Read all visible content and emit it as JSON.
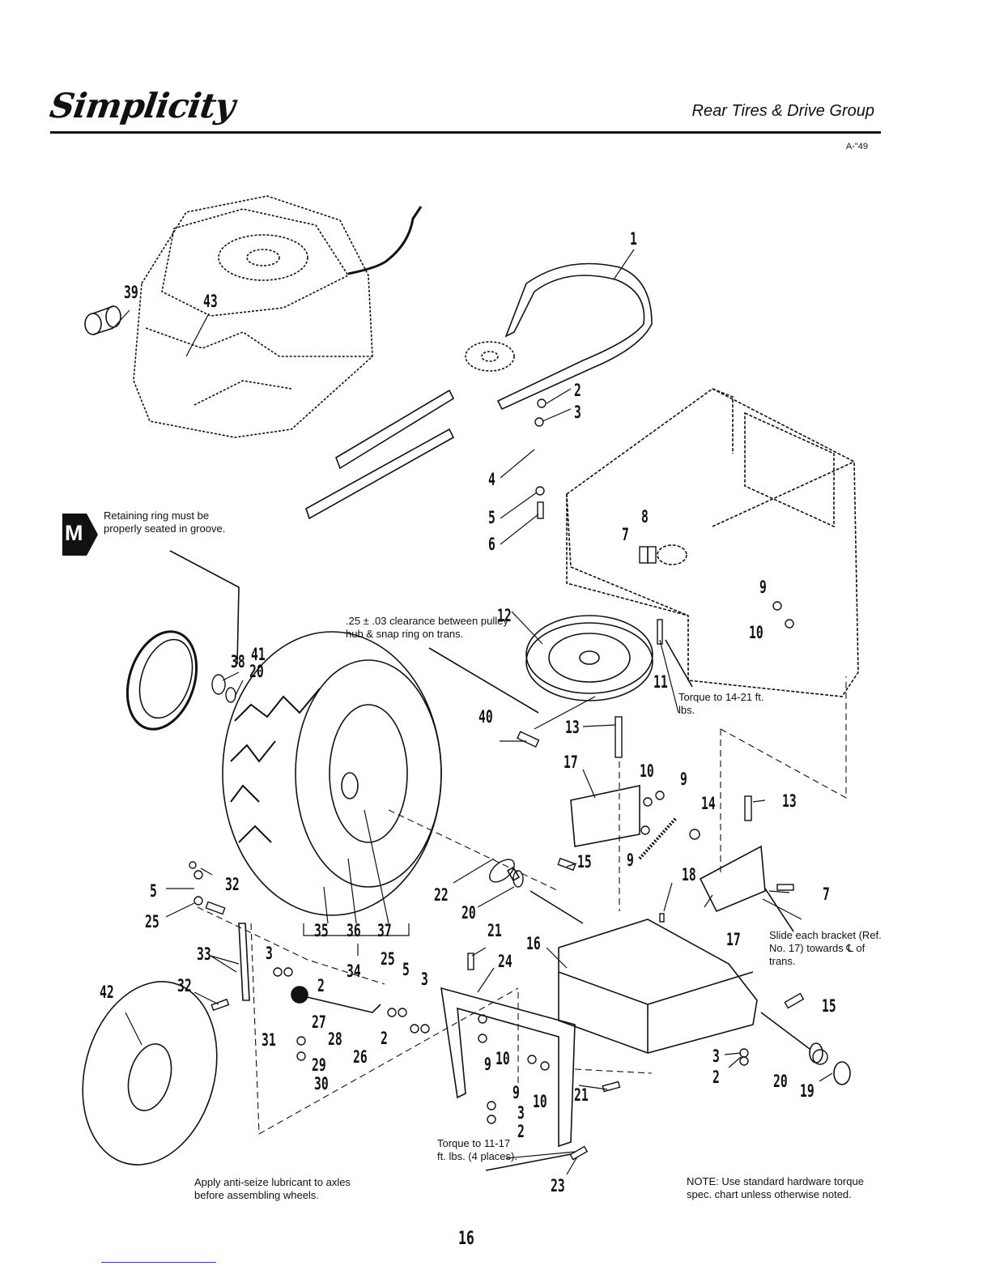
{
  "header": {
    "brand": "Simplicity",
    "section_title": "Rear Tires & Drive Group",
    "diagram_code": "A-\"49"
  },
  "badge": {
    "letter": "M"
  },
  "notes": {
    "retaining_ring": "Retaining ring must be properly seated in groove.",
    "clearance": ".25 ± .03 clearance between pulley hub & snap ring on trans.",
    "torque_14_21": "Torque to 14-21 ft. lbs.",
    "slide_bracket": "Slide each bracket (Ref. No. 17) towards ℄ of trans.",
    "torque_11_17": "Torque to 11-17 ft. lbs. (4 places).",
    "anti_seize": "Apply anti-seize lubricant to axles before assembling wheels.",
    "hardware_note": "NOTE: Use standard hardware torque spec. chart unless otherwise noted."
  },
  "callouts": {
    "c1": "1",
    "c2a": "2",
    "c3a": "3",
    "c4": "4",
    "c5a": "5",
    "c6": "6",
    "c7a": "7",
    "c8": "8",
    "c9a": "9",
    "c10a": "10",
    "c11": "11",
    "c12": "12",
    "c13a": "13",
    "c13b": "13",
    "c14": "14",
    "c15a": "15",
    "c15b": "15",
    "c16": "16",
    "c17a": "17",
    "c17b": "17",
    "c18": "18",
    "c19": "19",
    "c20a": "20",
    "c20b": "20",
    "c20c": "20",
    "c21a": "21",
    "c21b": "21",
    "c22": "22",
    "c23": "23",
    "c24": "24",
    "c25a": "25",
    "c25b": "25",
    "c26": "26",
    "c27": "27",
    "c28": "28",
    "c29": "29",
    "c30": "30",
    "c31": "31",
    "c32a": "32",
    "c32b": "32",
    "c33": "33",
    "c34": "34",
    "c35": "35",
    "c36": "36",
    "c37": "37",
    "c38": "38",
    "c39": "39",
    "c40": "40",
    "c41": "41",
    "c42": "42",
    "c43": "43",
    "c5b": "5",
    "c5c": "5",
    "c3b": "3",
    "c3c": "3",
    "c3d": "3",
    "c3e": "3",
    "c2b": "2",
    "c2c": "2",
    "c2d": "2",
    "c2e": "2",
    "c9b": "9",
    "c9c": "9",
    "c9d": "9",
    "c9e": "9",
    "c10b": "10",
    "c10c": "10",
    "c10d": "10",
    "c7b": "7"
  },
  "page_number": "16"
}
